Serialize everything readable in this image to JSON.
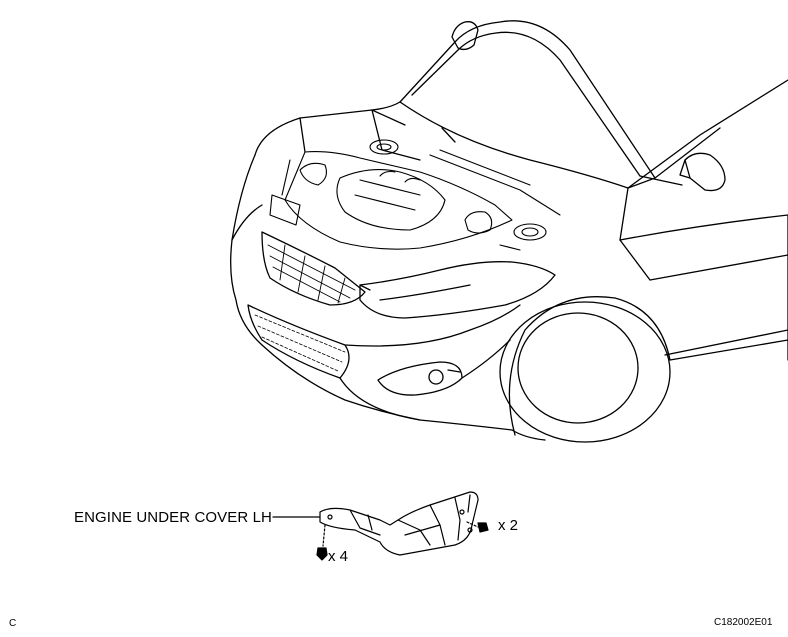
{
  "labels": {
    "part_name": "ENGINE UNDER COVER LH",
    "qty_right": "x 2",
    "qty_left": "x 4",
    "corner_left": "C",
    "figure_code": "C182002E01"
  }
}
